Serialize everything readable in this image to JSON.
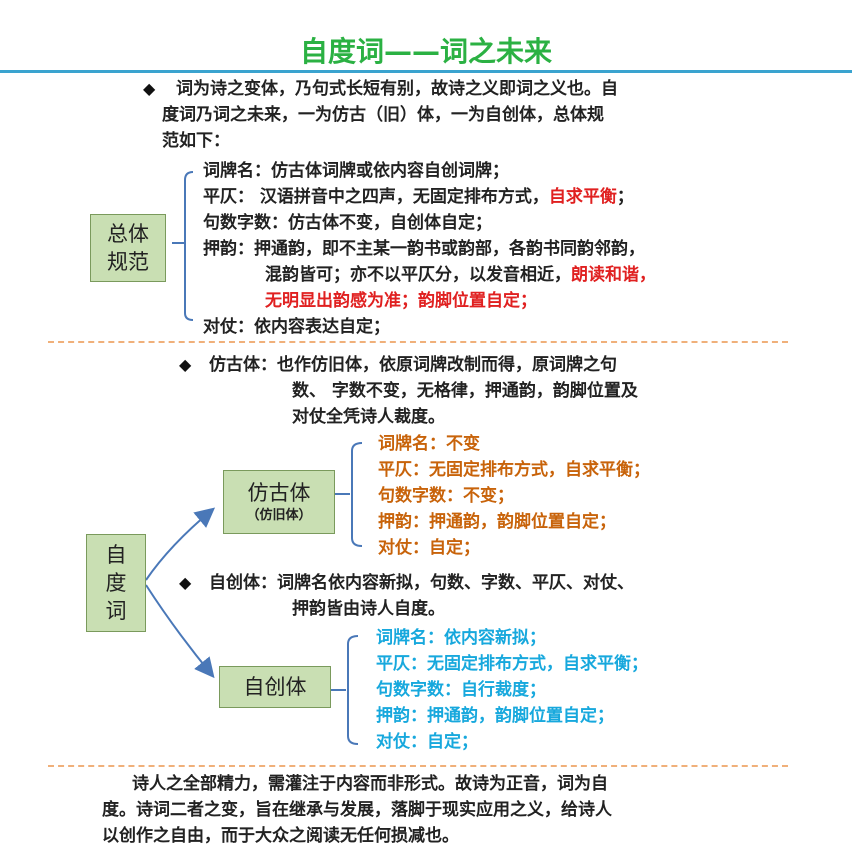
{
  "title": "自度词——词之未来",
  "overall": {
    "intro": [
      "词为诗之变体，乃句式长短有别，故诗之义即词之义也。自",
      "度词乃词之未来，一为仿古（旧）体，一为自创体，总体规",
      "范如下："
    ],
    "box": [
      "总体",
      "规范"
    ],
    "cipai": "词牌名：仿古体词牌或依内容自创词牌；",
    "pingze_a": "平仄：  汉语拼音中之四声，无固定排布方式，",
    "pingze_b": "自求平衡",
    "pingze_c": "；",
    "jushu": "句数字数：仿古体不变，自创体自定；",
    "yayun_1": "押韵：押通韵，即不主某一韵书或韵部，各韵书同韵邻韵，",
    "yayun_2a": "混韵皆可；亦不以平仄分，以发音相近，",
    "yayun_2b": "朗读和谐，",
    "yayun_3": "无明显出韵感为准；韵脚位置自定；",
    "duizhang": "对仗：依内容表达自定；"
  },
  "fanggu": {
    "desc": [
      "仿古体：也作仿旧体，依原词牌改制而得，原词牌之句",
      "数、 字数不变，无格律，押通韵，韵脚位置及",
      "对仗全凭诗人裁度。"
    ],
    "box_main": "仿古体",
    "box_sub": "（仿旧体）",
    "items": [
      "词牌名：不变",
      "平仄：无固定排布方式，自求平衡；",
      "句数字数：不变；",
      "押韵：押通韵，韵脚位置自定；",
      "对仗：自定；"
    ]
  },
  "zichuang": {
    "desc": [
      "自创体：词牌名依内容新拟，句数、字数、平仄、对仗、",
      "押韵皆由诗人自度。"
    ],
    "box": "自创体",
    "items": [
      "词牌名：依内容新拟；",
      "平仄：无固定排布方式，自求平衡；",
      "句数字数：自行裁度；",
      "押韵：押通韵，韵脚位置自定；",
      "对仗：自定；"
    ]
  },
  "zidu_box": [
    "自",
    "度",
    "词"
  ],
  "conclusion": [
    "诗人之全部精力，需灌注于内容而非形式。故诗为正音，词为自",
    "度。诗词二者之变，旨在继承与发展，落脚于现实应用之义，给诗人",
    "以创作之自由，而于大众之阅读无任何损减也。"
  ],
  "bullet": "◆",
  "colors": {
    "title": "#2bb143",
    "rule": "#3aa3cf",
    "box": "#c9dfb3",
    "red": "#e02020",
    "orange": "#c8630a",
    "blue": "#17a8dd",
    "arrow": "#4a78b8"
  }
}
